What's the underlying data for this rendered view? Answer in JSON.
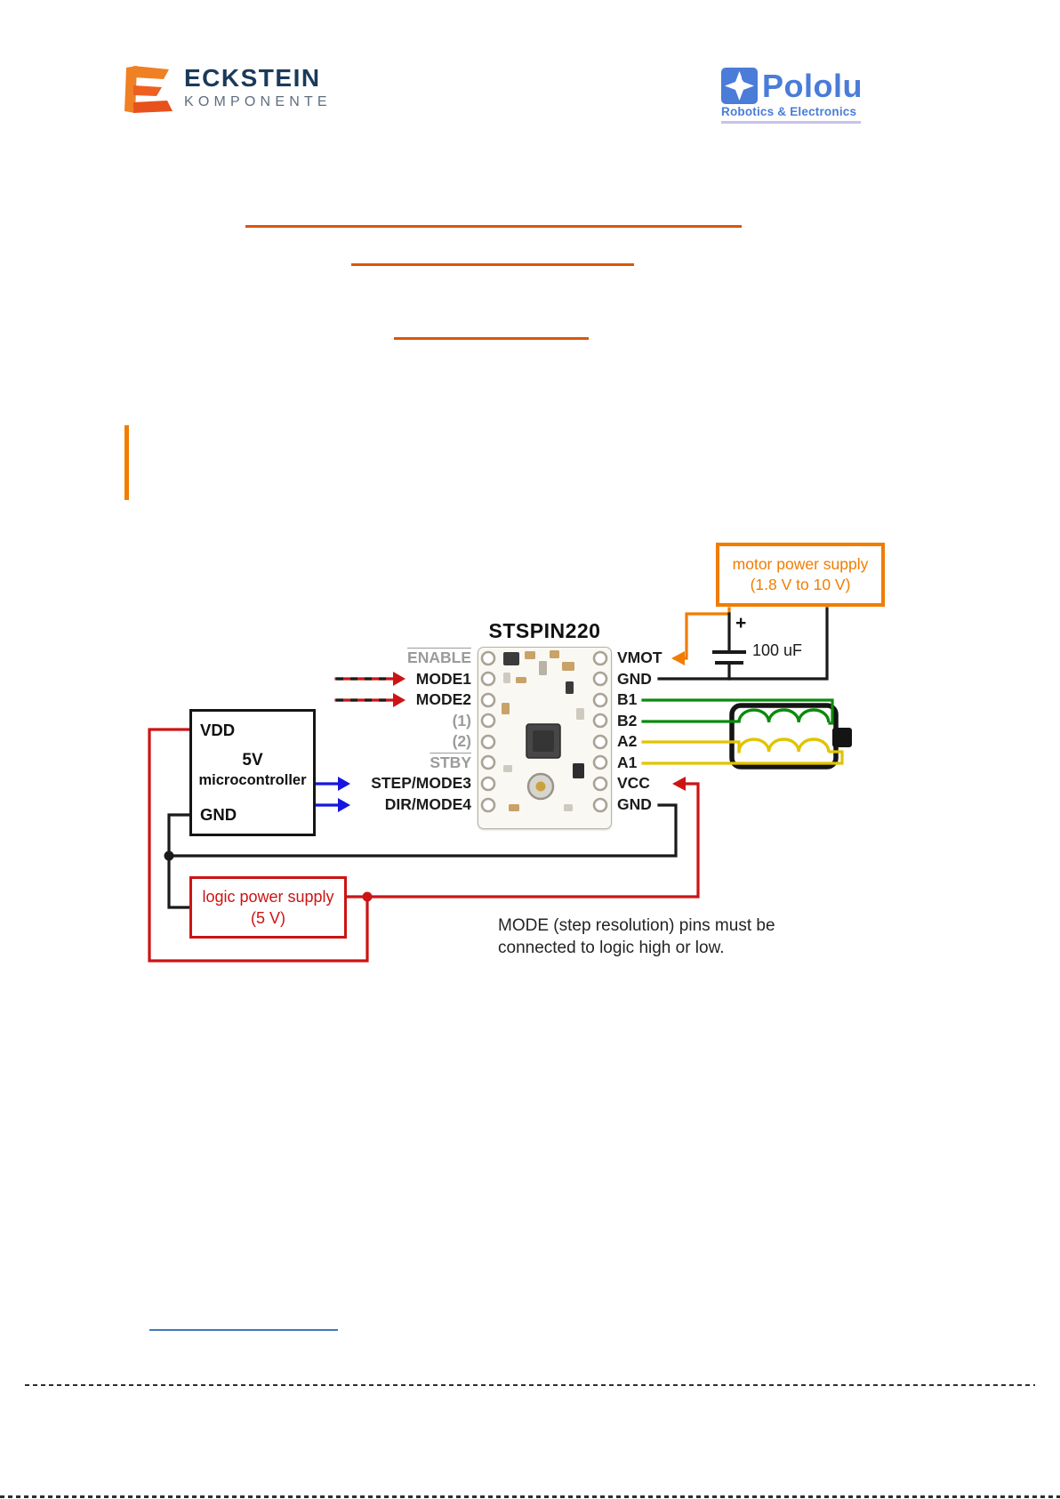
{
  "header": {
    "eckstein": {
      "name": "ECKSTEIN",
      "subtitle": "KOMPONENTE"
    },
    "pololu": {
      "name": "Pololu",
      "subtitle": "Robotics & Electronics"
    }
  },
  "diagram": {
    "title": "STSPIN220",
    "motor_power_supply": {
      "line1": "motor power supply",
      "line2": "(1.8 V to 10 V)"
    },
    "capacitor": {
      "polarity": "+",
      "value": "100 uF"
    },
    "microcontroller": {
      "pin_top": "VDD",
      "line1": "5V",
      "line2": "microcontroller",
      "pin_bottom": "GND"
    },
    "logic_power_supply": {
      "line1": "logic power supply",
      "line2": "(5 V)"
    },
    "left_pins": [
      "ENABLE",
      "MODE1",
      "MODE2",
      "(1)",
      "(2)",
      "STBY",
      "STEP/MODE3",
      "DIR/MODE4"
    ],
    "right_pins": [
      "VMOT",
      "GND",
      "B1",
      "B2",
      "A2",
      "A1",
      "VCC",
      "GND"
    ],
    "note": {
      "line1": "MODE (step resolution) pins must be",
      "line2": "connected to logic high or low."
    }
  },
  "colors": {
    "orange": "#F07D00",
    "red": "#CC1414",
    "blue": "#1616E0",
    "green": "#0B8A0B",
    "yellow": "#E0C400",
    "wire_black": "#1A1A1A",
    "gray_pin": "#9B9B9B",
    "underline_orange": "#D9560B",
    "link_blue": "#4077BE",
    "eckstein_navy": "#1B3A5A",
    "eckstein_gray": "#5E6E7E",
    "eckstein_orange": "#EE5F20",
    "pololu_blue": "#4A7CD8"
  }
}
